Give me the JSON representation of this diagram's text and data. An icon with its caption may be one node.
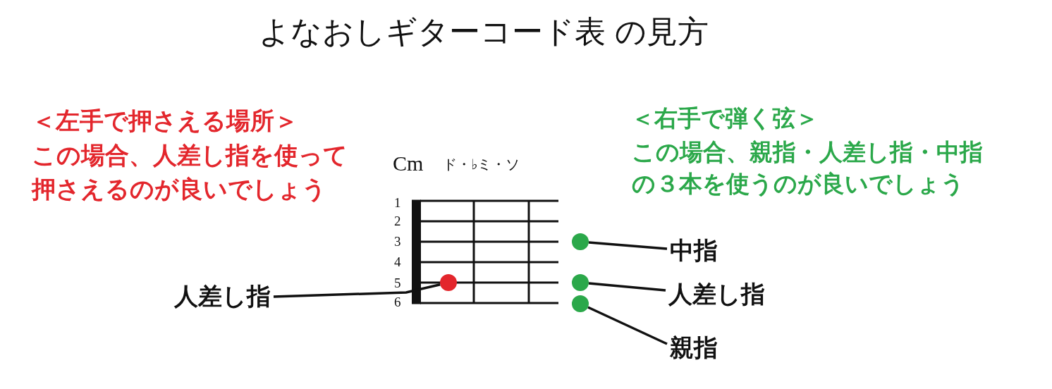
{
  "diagram": {
    "title": "よなおしギターコード表 の見方",
    "nodes": [
      {
        "text": [
          "人差し指"
        ]
      },
      {
        "text": [],
        "shape": "circle"
      },
      {
        "text": [],
        "shape": "circle"
      },
      {
        "text": [],
        "shape": "circle"
      },
      {
        "text": [],
        "shape": "circle"
      },
      {
        "text": [
          "中指"
        ]
      },
      {
        "text": [
          "人差し指"
        ]
      },
      {
        "text": [
          "親指"
        ]
      }
    ],
    "edges": [
      {
        "from": 0,
        "to": 1,
        "arrow": "none"
      },
      {
        "from": 5,
        "to": 2,
        "arrow": "none"
      },
      {
        "from": 6,
        "to": 3,
        "arrow": "none"
      },
      {
        "from": 7,
        "to": 4,
        "arrow": "none"
      }
    ],
    "labels": [
      "＜左手で押さえる場所＞",
      "この場合、人差し指を使って押さえるのが良いでしょう",
      "＜右手で弾く弦＞",
      "この場合、親指・人差し指・中指の３本を使うのが良いでしょう",
      "Cm",
      "ド・♭ミ・ソ",
      "1",
      "2",
      "3",
      "4",
      "5",
      "6"
    ]
  }
}
